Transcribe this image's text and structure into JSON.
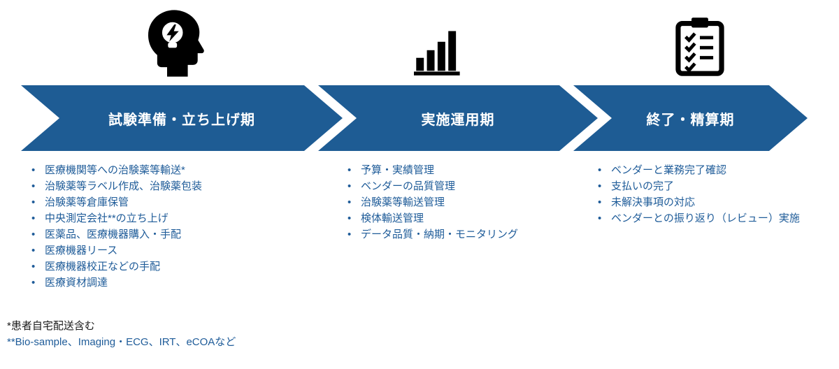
{
  "colors": {
    "chevron_blue": "#1e5c94",
    "bullet_text_blue": "#1f5c99",
    "footnote_dark": "#1a1a1a"
  },
  "phases": [
    {
      "title": "試験準備・立ち上げ期",
      "icon": "thinking-head-lightbulb-icon",
      "items": [
        "医療機関等への治験薬等輸送*",
        "治験薬等ラベル作成、治験薬包装",
        "治験薬等倉庫保管",
        "中央測定会社**の立ち上げ",
        "医薬品、医療機器購入・手配",
        "医療機器リース",
        "医療機器校正などの手配",
        "医療資材調達"
      ]
    },
    {
      "title": "実施運用期",
      "icon": "bar-chart-icon",
      "items": [
        "予算・実績管理",
        "ベンダーの品質管理",
        "治験薬等輸送管理",
        "検体輸送管理",
        "データ品質・納期・モニタリング"
      ]
    },
    {
      "title": "終了・精算期",
      "icon": "clipboard-checklist-icon",
      "items": [
        "ベンダーと業務完了確認",
        "支払いの完了",
        "未解決事項の対応",
        "ベンダーとの振り返り（レビュー）実施"
      ]
    }
  ],
  "footnotes": [
    "*患者自宅配送含む",
    "**Bio-sample、Imaging・ECG、IRT、eCOAなど"
  ]
}
